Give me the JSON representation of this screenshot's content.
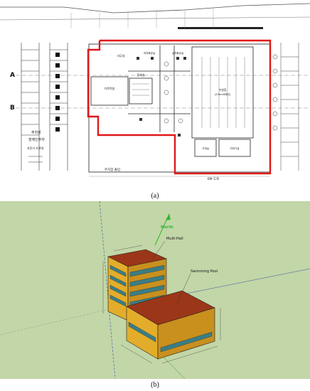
{
  "panel_a": {
    "caption": "(a)",
    "section_marks": [
      "A",
      "B"
    ],
    "rooms": {
      "multi_hall": "다목적실",
      "lounge": "휴게실",
      "office": "사무실",
      "toilet_w": "여자화장실",
      "toilet_m": "남자화장실",
      "pool": "수영장",
      "pool_sub": "(25m×6레인)",
      "pump": "기계실",
      "filter": "여과기실"
    },
    "labels": {
      "road_bottom": "6M 도로",
      "parking_bottom": "주차장 출입",
      "side_note_1": "주차장",
      "side_note_2": "장애인주차",
      "side_note_3": "자전거 보관대"
    },
    "colors": {
      "outline": "#e01818"
    }
  },
  "panel_b": {
    "caption": "(b)",
    "north": "North",
    "multi_hall": "Multi-Hall",
    "swimming_pool": "Swimming Pool",
    "colors": {
      "background": "#c2d6a7",
      "wall": "#e3ad2b",
      "wall_side": "#c9901e",
      "roof": "#9b3618",
      "window": "#3b7d84",
      "north_arrow": "#2fb82f"
    }
  }
}
